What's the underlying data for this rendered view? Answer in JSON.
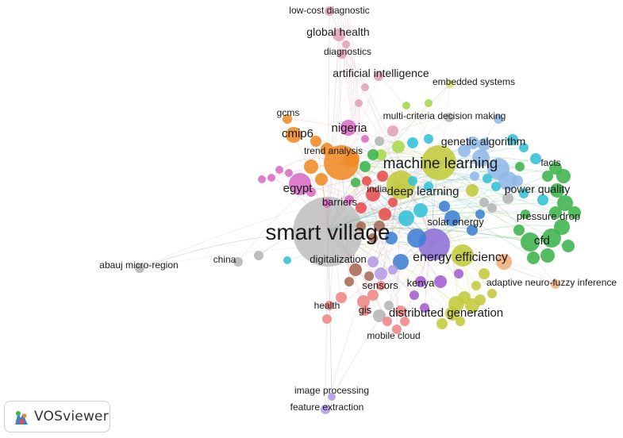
{
  "app": {
    "brand": "VOSviewer",
    "brand_logo": "vosviewer-logo-icon"
  },
  "network": {
    "background": "#ffffff",
    "clusters": {
      "pink": "#d96cc4",
      "orange": "#f08a24",
      "purple": "#8e6fd6",
      "lightblue": "#8fb8e8",
      "green": "#3cb44b",
      "olive": "#c3c93a",
      "blue": "#3d7fd1",
      "cyan": "#33c0d8",
      "red": "#e84c4c",
      "brown": "#a66a55",
      "gray": "#b5b5b5",
      "salmon": "#ef8585",
      "peach": "#f2ae7c",
      "lilac": "#b49ae6",
      "lime": "#a8d84a",
      "rosy": "#e2a0b8",
      "violet": "#a35fd0",
      "yellowgreen": "#d6e06a"
    },
    "labels": [
      {
        "text": "low-cost diagnostic",
        "size": "small",
        "cluster": "rosy"
      },
      {
        "text": "global health",
        "size": "medium",
        "cluster": "rosy"
      },
      {
        "text": "diagnostics",
        "size": "small",
        "cluster": "rosy"
      },
      {
        "text": "artificial intelligence",
        "size": "medium",
        "cluster": "rosy"
      },
      {
        "text": "embedded systems",
        "size": "small",
        "cluster": "yellowgreen"
      },
      {
        "text": "gcms",
        "size": "small",
        "cluster": "orange"
      },
      {
        "text": "multi-criteria decision making",
        "size": "small",
        "cluster": "gray"
      },
      {
        "text": "cmip6",
        "size": "medium",
        "cluster": "orange"
      },
      {
        "text": "nigeria",
        "size": "medium",
        "cluster": "pink"
      },
      {
        "text": "genetic algorithm",
        "size": "medium",
        "cluster": "lightblue"
      },
      {
        "text": "trend analysis",
        "size": "small",
        "cluster": "orange"
      },
      {
        "text": "machine learning",
        "size": "large",
        "cluster": "olive"
      },
      {
        "text": "facts",
        "size": "small",
        "cluster": "green"
      },
      {
        "text": "egypt",
        "size": "medium",
        "cluster": "pink"
      },
      {
        "text": "india",
        "size": "small",
        "cluster": "red"
      },
      {
        "text": "deep learning",
        "size": "medium",
        "cluster": "olive"
      },
      {
        "text": "power quality",
        "size": "medium",
        "cluster": "lightblue"
      },
      {
        "text": "barriers",
        "size": "medium",
        "cluster": "gray"
      },
      {
        "text": "pressure drop",
        "size": "medium",
        "cluster": "green"
      },
      {
        "text": "solar energy",
        "size": "medium",
        "cluster": "blue"
      },
      {
        "text": "smart village",
        "size": "xlarge",
        "cluster": "gray"
      },
      {
        "text": "cfd",
        "size": "medium",
        "cluster": "green"
      },
      {
        "text": "abauj micro-region",
        "size": "small",
        "cluster": "gray"
      },
      {
        "text": "china",
        "size": "small",
        "cluster": "gray"
      },
      {
        "text": "digitalization",
        "size": "medium",
        "cluster": "gray"
      },
      {
        "text": "energy efficiency",
        "size": "large",
        "cluster": "purple"
      },
      {
        "text": "adaptive neuro-fuzzy inference",
        "size": "small",
        "cluster": "peach"
      },
      {
        "text": "sensors",
        "size": "medium",
        "cluster": "salmon"
      },
      {
        "text": "kenya",
        "size": "medium",
        "cluster": "violet"
      },
      {
        "text": "health",
        "size": "small",
        "cluster": "salmon"
      },
      {
        "text": "gis",
        "size": "medium",
        "cluster": "salmon"
      },
      {
        "text": "distributed generation",
        "size": "medium",
        "cluster": "olive"
      },
      {
        "text": "mobile cloud",
        "size": "small",
        "cluster": "salmon"
      },
      {
        "text": "image processing",
        "size": "small",
        "cluster": "lilac"
      },
      {
        "text": "feature extraction",
        "size": "small",
        "cluster": "lilac"
      }
    ]
  }
}
